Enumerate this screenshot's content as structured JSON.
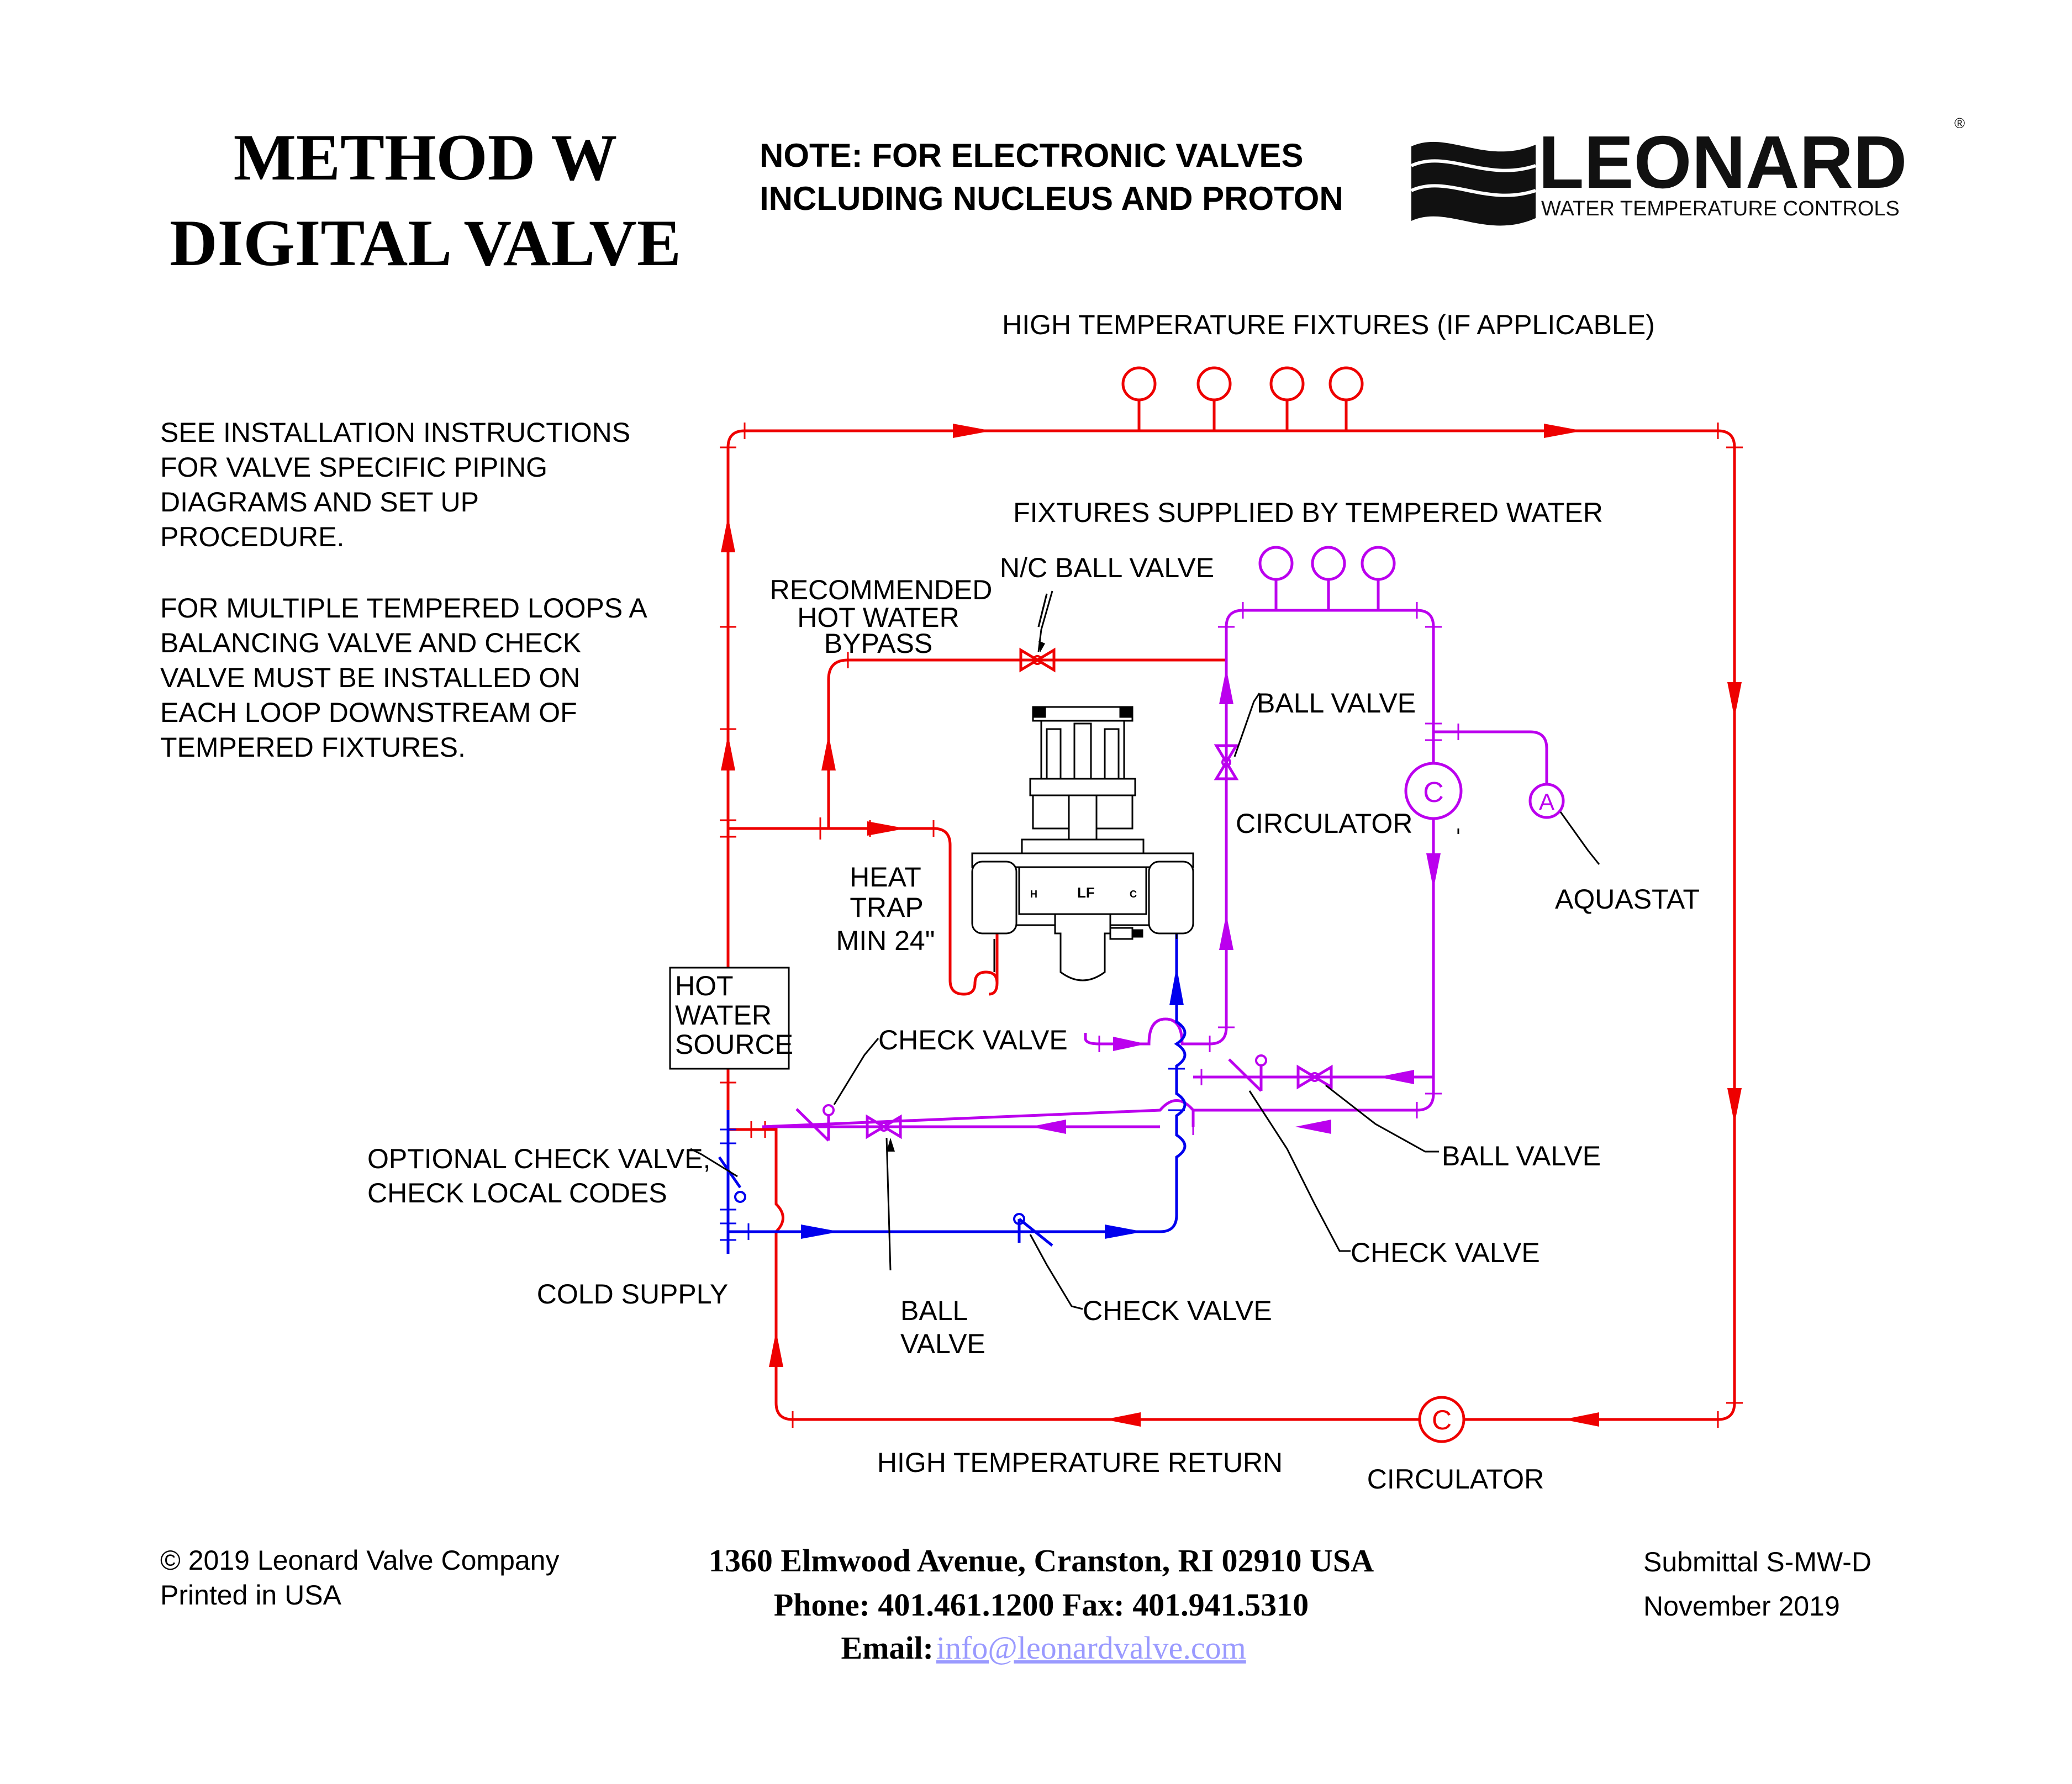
{
  "header": {
    "title_line1": "METHOD W",
    "title_line2": "DIGITAL VALVE",
    "note_line1": "NOTE:  FOR  ELECTRONIC  VALVES",
    "note_line2": "INCLUDING NUCLEUS AND PROTON",
    "logo_word": "LEONARD",
    "logo_tagline": "WATER TEMPERATURE CONTROLS",
    "logo_reg": "®"
  },
  "instructions": {
    "para1": [
      "SEE INSTALLATION INSTRUCTIONS",
      "FOR VALVE SPECIFIC PIPING",
      "DIAGRAMS AND SET UP",
      "PROCEDURE."
    ],
    "para2": [
      "FOR MULTIPLE TEMPERED LOOPS A",
      "BALANCING VALVE AND CHECK",
      "VALVE MUST BE INSTALLED ON",
      "EACH LOOP DOWNSTREAM OF",
      "TEMPERED FIXTURES."
    ]
  },
  "labels": {
    "high_temp_fixtures": "HIGH TEMPERATURE FIXTURES (IF APPLICABLE)",
    "tempered_fixtures": "FIXTURES SUPPLIED BY TEMPERED WATER",
    "nc_ball_valve": "N/C BALL VALVE",
    "bypass_line1": "RECOMMENDED",
    "bypass_line2": "HOT WATER",
    "bypass_line3": "BYPASS",
    "ball_valve_top": "BALL VALVE",
    "circulator_top": "CIRCULATOR",
    "circulator_symbol": "C",
    "aquastat_symbol": "A",
    "aquastat": "AQUASTAT",
    "heat_trap_line1": "HEAT",
    "heat_trap_line2": "TRAP",
    "heat_trap_line3": "MIN 24\"",
    "hot_water_source_line1": "HOT",
    "hot_water_source_line2": "WATER",
    "hot_water_source_line3": "SOURCE",
    "check_valve_left": "CHECK VALVE",
    "optional_check_line1": "OPTIONAL CHECK VALVE,",
    "optional_check_line2": "CHECK LOCAL CODES",
    "cold_supply": "COLD SUPPLY",
    "ball_valve_bottom_line1": "BALL",
    "ball_valve_bottom_line2": "VALVE",
    "check_valve_bottom": "CHECK VALVE",
    "check_valve_right": "CHECK VALVE",
    "ball_valve_right": "BALL VALVE",
    "high_temp_return": "HIGH TEMPERATURE RETURN",
    "circulator_bottom": "CIRCULATOR",
    "valve_h": "H",
    "valve_lf": "LF",
    "valve_c": "C"
  },
  "footer": {
    "copyright": "© 2019 Leonard Valve Company",
    "printed": "Printed in USA",
    "address": "1360 Elmwood Avenue, Cranston, RI 02910 USA",
    "phone": "Phone: 401.461.1200 Fax: 401.941.5310",
    "email_label": "Email: ",
    "email": "info@leonardvalve.com",
    "submittal": "Submittal S-MW-D",
    "date": "November 2019"
  },
  "colors": {
    "hot": "#ee0000",
    "tempered": "#bb00ee",
    "cold": "#0000ee"
  }
}
